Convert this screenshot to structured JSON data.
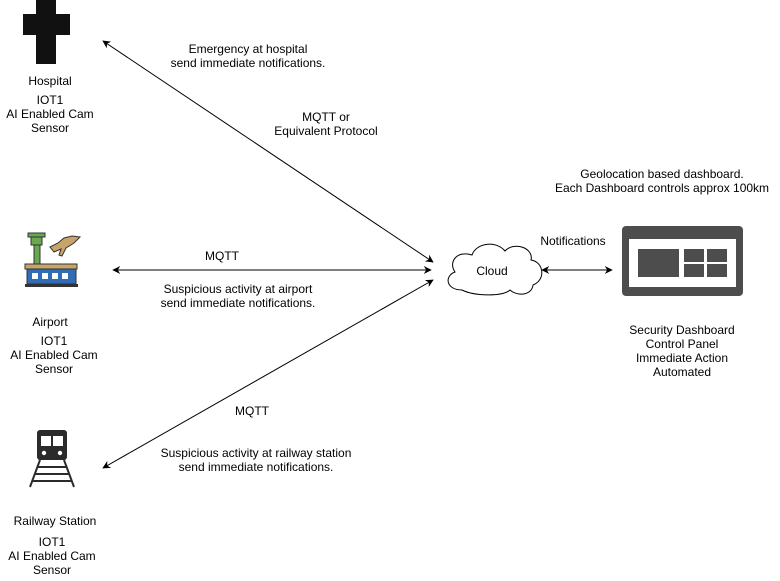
{
  "nodes": {
    "hospital": {
      "name": "Hospital",
      "lines": [
        "IOT1",
        "AI Enabled Cam",
        "Sensor"
      ]
    },
    "airport": {
      "name": "Airport",
      "lines": [
        "IOT1",
        "AI Enabled Cam",
        "Sensor"
      ]
    },
    "railway": {
      "name": "Railway Station",
      "lines": [
        "IOT1",
        "AI Enabled Cam",
        "Sensor"
      ]
    },
    "cloud": {
      "label": "Cloud"
    },
    "dashboard": {
      "top_lines": [
        "Geolocation based dashboard.",
        "Each Dashboard controls approx 100km"
      ],
      "lines": [
        "Security Dashboard",
        "Control Panel",
        "Immediate Action",
        "Automated"
      ]
    }
  },
  "edges": {
    "hospital": {
      "message": [
        "Emergency at hospital",
        "send immediate notifications."
      ],
      "protocol": [
        "MQTT or",
        "Equivalent Protocol"
      ]
    },
    "airport": {
      "protocol": "MQTT",
      "message": [
        "Suspicious activity at airport",
        "send immediate notifications."
      ]
    },
    "railway": {
      "protocol": "MQTT",
      "message": [
        "Suspicious activity at railway station",
        "send immediate notifications."
      ]
    },
    "dashboard": {
      "label": "Notifications"
    }
  },
  "colors": {
    "line": "#000000",
    "icon_dark": "#2b2b2b",
    "dashboard_frame": "#4d4d4d",
    "airport_green": "#6aa84f",
    "airport_blue": "#2f6db5",
    "airport_tan": "#c9a46a"
  }
}
